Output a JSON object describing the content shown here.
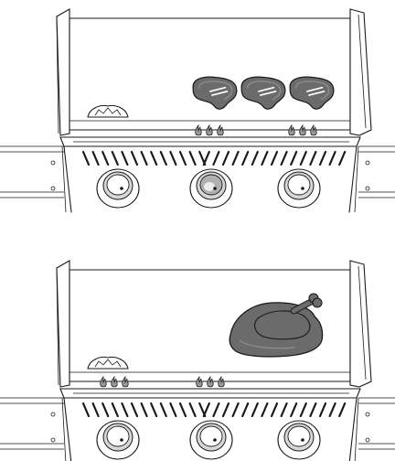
{
  "panels": [
    {
      "name": "panel-steaks",
      "burner_states": [
        "off",
        "on",
        "off"
      ],
      "flame_groups": 2,
      "food": {
        "item": "steak",
        "count": 3
      }
    },
    {
      "name": "panel-turkey",
      "burner_states": [
        "off",
        "off",
        "off"
      ],
      "flame_groups": 2,
      "food": {
        "item": "turkey",
        "count": 1
      }
    }
  ],
  "colors": {
    "outline": "#1a1a1a",
    "food_fill": "#6b6b6b",
    "food_light": "#8a8a8a",
    "flame_fill": "#9a9a9a",
    "knob_ring": "#d6d6d6",
    "knob_lit": "#b0b0b0"
  },
  "icons": {
    "logo": "napoleon-crown-badge-icon",
    "flame": "flame-icon",
    "knob": "control-knob-icon"
  }
}
